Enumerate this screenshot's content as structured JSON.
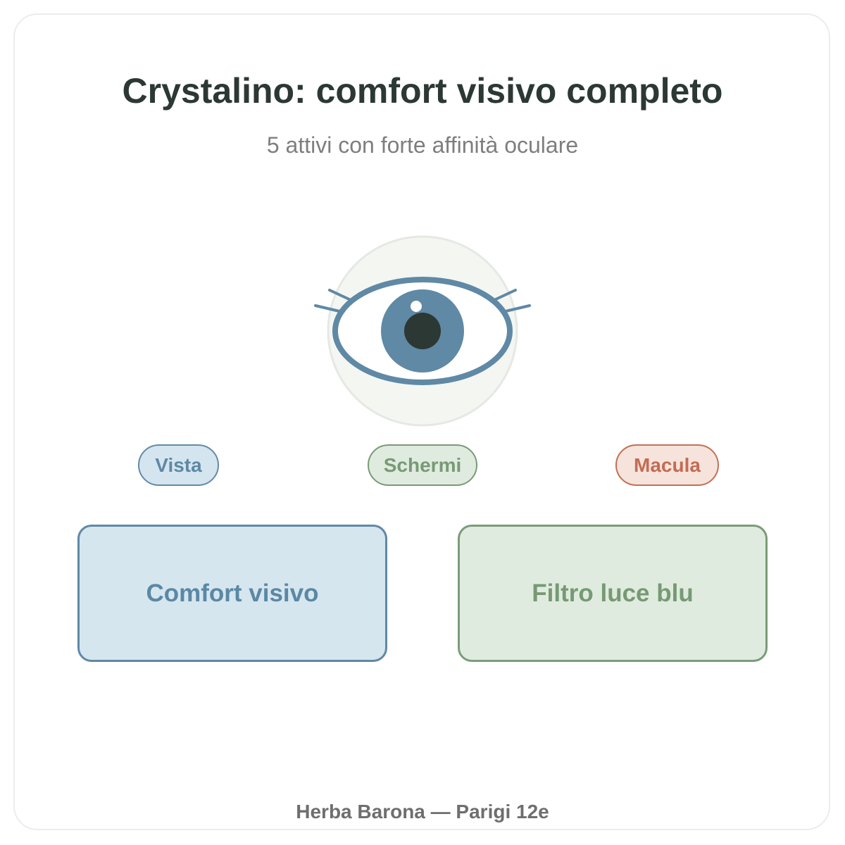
{
  "header": {
    "title": "Crystalino: comfort visivo completo",
    "subtitle": "5 attivi con forte affinità oculare"
  },
  "illustration": {
    "icon": "eye-icon",
    "colors": {
      "circle_fill": "#f4f6f2",
      "circle_stroke": "#e6e8e4",
      "iris": "#5f89a5",
      "pupil": "#2c3833",
      "outline": "#5f89a5"
    }
  },
  "tags": [
    {
      "label": "Vista",
      "color": "#5f89a5"
    },
    {
      "label": "Schermi",
      "color": "#789b76"
    },
    {
      "label": "Macula",
      "color": "#c46f55"
    }
  ],
  "benefits": [
    {
      "label": "Comfort visivo",
      "color": "#5f89a5"
    },
    {
      "label": "Filtro luce blu",
      "color": "#789b76"
    }
  ],
  "footer": {
    "text": "Herba Barona — Parigi 12e"
  }
}
